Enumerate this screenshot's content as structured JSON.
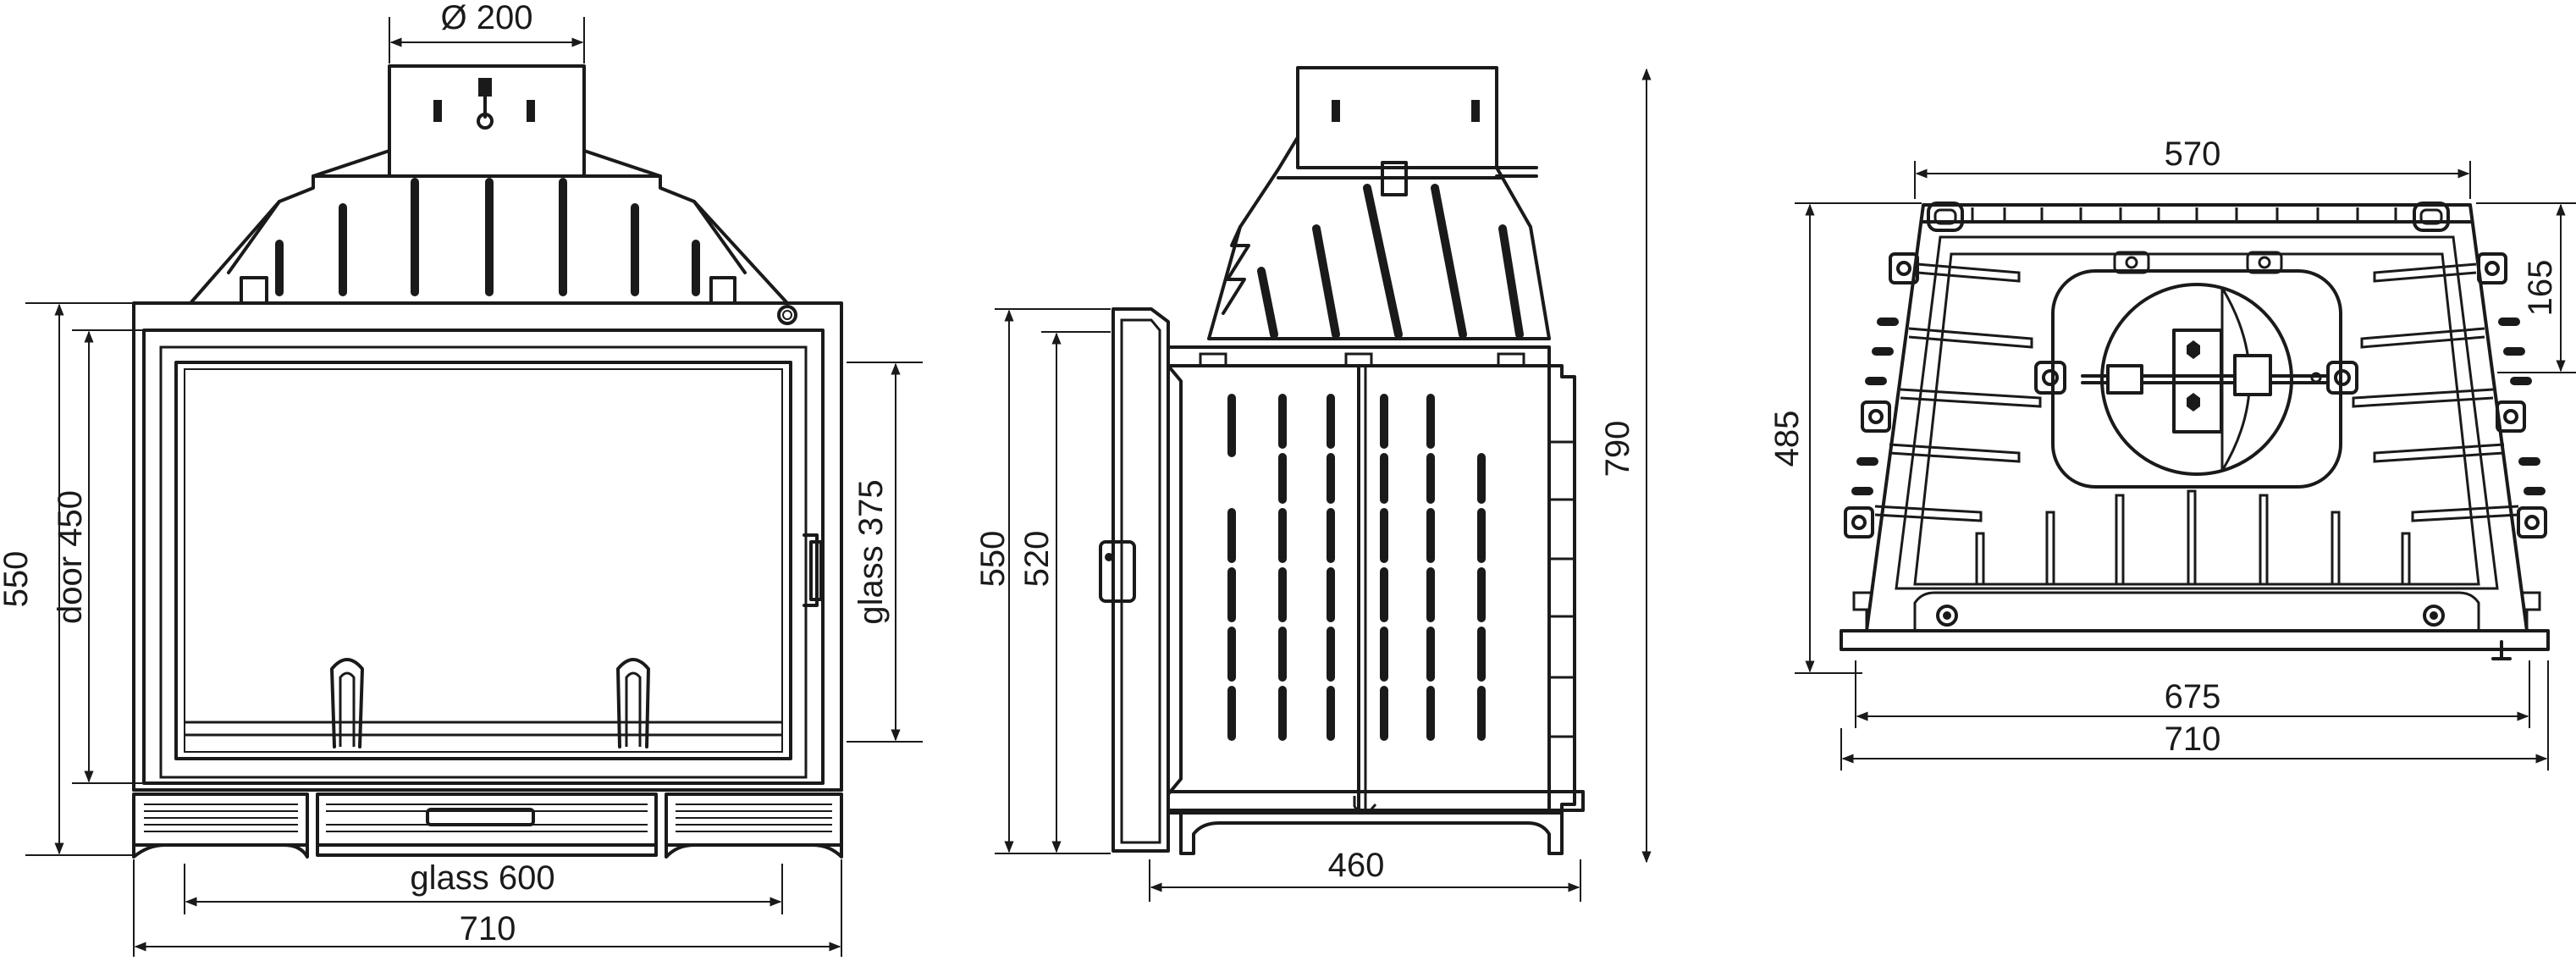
{
  "views": {
    "front": {
      "labels": {
        "flue": "Ø 200",
        "height": "550",
        "door": "door 450",
        "glass_height": "glass 375",
        "glass_width": "glass 600",
        "width": "710"
      }
    },
    "side": {
      "labels": {
        "height_outer": "550",
        "height_inner": "520",
        "depth": "460",
        "total_height": "790"
      }
    },
    "top": {
      "labels": {
        "top_width": "570",
        "offset": "165",
        "depth": "485",
        "inner_width": "675",
        "outer_width": "710"
      }
    }
  },
  "colors": {
    "line": "#1a1a1a",
    "background": "#ffffff"
  }
}
